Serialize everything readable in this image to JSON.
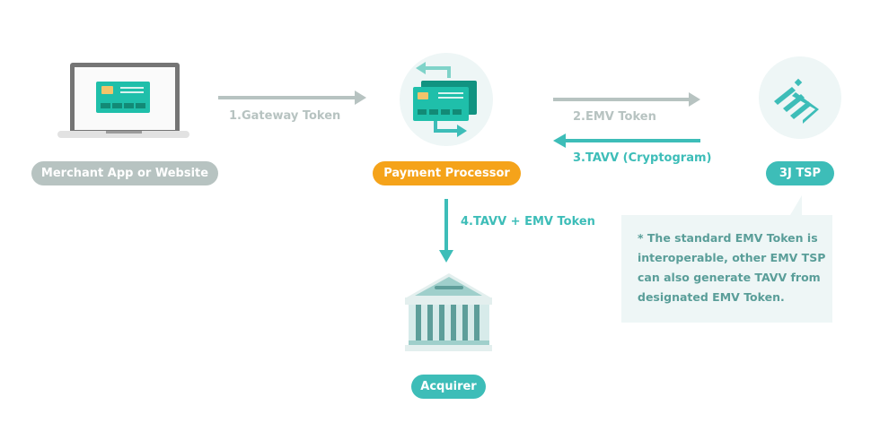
{
  "nodes": {
    "merchant": "Merchant App or Website",
    "processor": "Payment Processor",
    "tsp": "3J TSP",
    "acquirer": "Acquirer"
  },
  "flows": {
    "step1": "1.Gateway Token",
    "step2": "2.EMV Token",
    "step3": "3.TAVV (Cryptogram)",
    "step4": "4.TAVV + EMV Token"
  },
  "note": "* The standard EMV Token is interoperable, other EMV TSP can also generate TAVV from designated EMV Token.",
  "colors": {
    "teal": "#3dbdb8",
    "grey": "#b7c3c1",
    "orange": "#f5a31a",
    "note_bg": "#eef6f6"
  }
}
